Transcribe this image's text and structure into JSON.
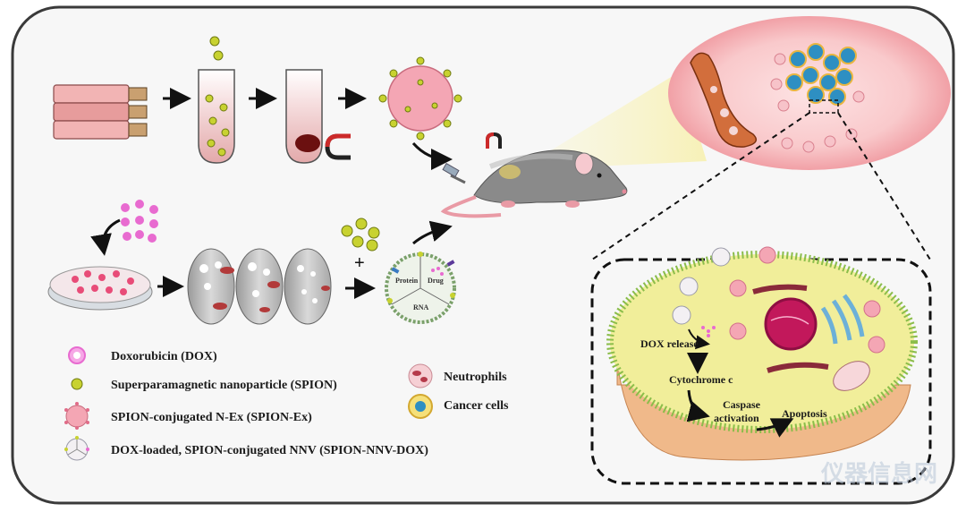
{
  "legend": {
    "items": [
      {
        "key": "dox",
        "label": "Doxorubicin (DOX)"
      },
      {
        "key": "spion",
        "label": "Superparamagnetic nanoparticle (SPION)"
      },
      {
        "key": "spion_ex",
        "label": "SPION-conjugated N-Ex (SPION-Ex)"
      },
      {
        "key": "nnv",
        "label": "DOX-loaded, SPION-conjugated NNV (SPION-NNV-DOX)"
      }
    ],
    "cells": [
      {
        "key": "neutrophils",
        "label": "Neutrophils"
      },
      {
        "key": "cancer",
        "label": "Cancer cells"
      }
    ]
  },
  "nanovesicle_labels": {
    "protein": "Protein",
    "drug": "Drug",
    "rna": "RNA"
  },
  "plus_sign": "+",
  "cell_pathway": {
    "dox_release": "DOX release",
    "cytochrome": "Cytochrome c",
    "caspase_line1": "Caspase",
    "caspase_line2": "activation",
    "apoptosis": "Apoptosis"
  },
  "watermark": "仪器信息网",
  "colors": {
    "frame": "#3a3a3a",
    "spion": "#c8d230",
    "dox": "#e86bd0",
    "vesicle": "#f4a6b4",
    "cell_body": "#f1ee9a",
    "cell_border": "#8bbd4a",
    "tumor_glow": "#f5b3b8"
  }
}
